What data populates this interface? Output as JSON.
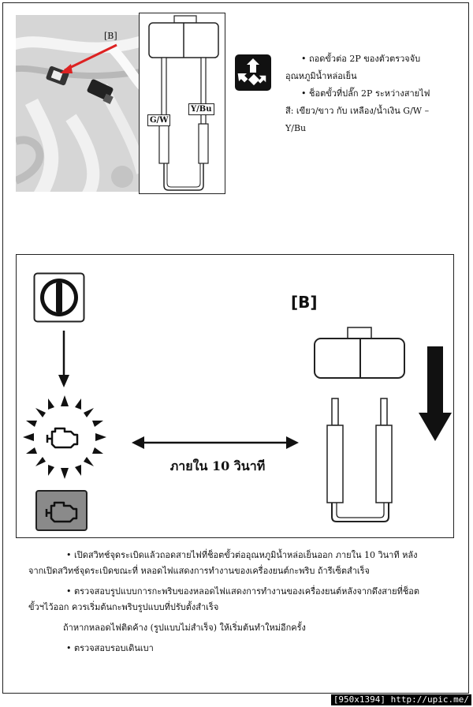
{
  "top": {
    "photo_callout": "[B]",
    "wire_left": "G/W",
    "wire_right": "Y/Bu",
    "bullet1": "ถอดขั้วต่อ 2P ของตัวตรวจจับ",
    "bullet1_cont": "อุณหภูมิน้ำหล่อเย็น",
    "bullet2": "ช็อตขั้วที่ปลั๊ก 2P ระหว่างสายไฟ",
    "bullet2_cont1": "สี: เขียว/ขาว กับ เหลือง/น้ำเงิน G/W –",
    "bullet2_cont2": "Y/Bu"
  },
  "procedure": {
    "label_b": "[B]",
    "time_label": "ภายใน 10 วินาที"
  },
  "bottom": {
    "para1_line1": "• เปิดสวิทช์จุดระเบิดแล้วถอดสายไฟที่ช็อตขั้วต่ออุณหภูมิน้ำหล่อเย็นออก ภายใน 10 วินาที หลัง",
    "para1_line2": "จากเปิดสวิทช์จุดระเบิดขณะที่ หลอดไฟแสดงการทำงานของเครื่องยนต์กะพริบ ถ้ารีเซ็ตสำเร็จ",
    "para2_line1": "• ตรวจสอบรูปแบบการกะพริบของหลอดไฟแสดงการทำงานของเครื่องยนต์หลังจากดึงสายที่ช็อต",
    "para2_line2": "ขั้วฯไว้ออก ควรเริ่มต้นกะพริบรูปแบบที่ปรับตั้งสำเร็จ",
    "para3": "ถ้าหากหลอดไฟติดค้าง (รูปแบบไม่สำเร็จ) ให้เริ่มต้นทำใหม่อีกครั้ง",
    "para4": "• ตรวจสอบรอบเดินเบา"
  },
  "footer": "[950x1394] http://upic.me/"
}
